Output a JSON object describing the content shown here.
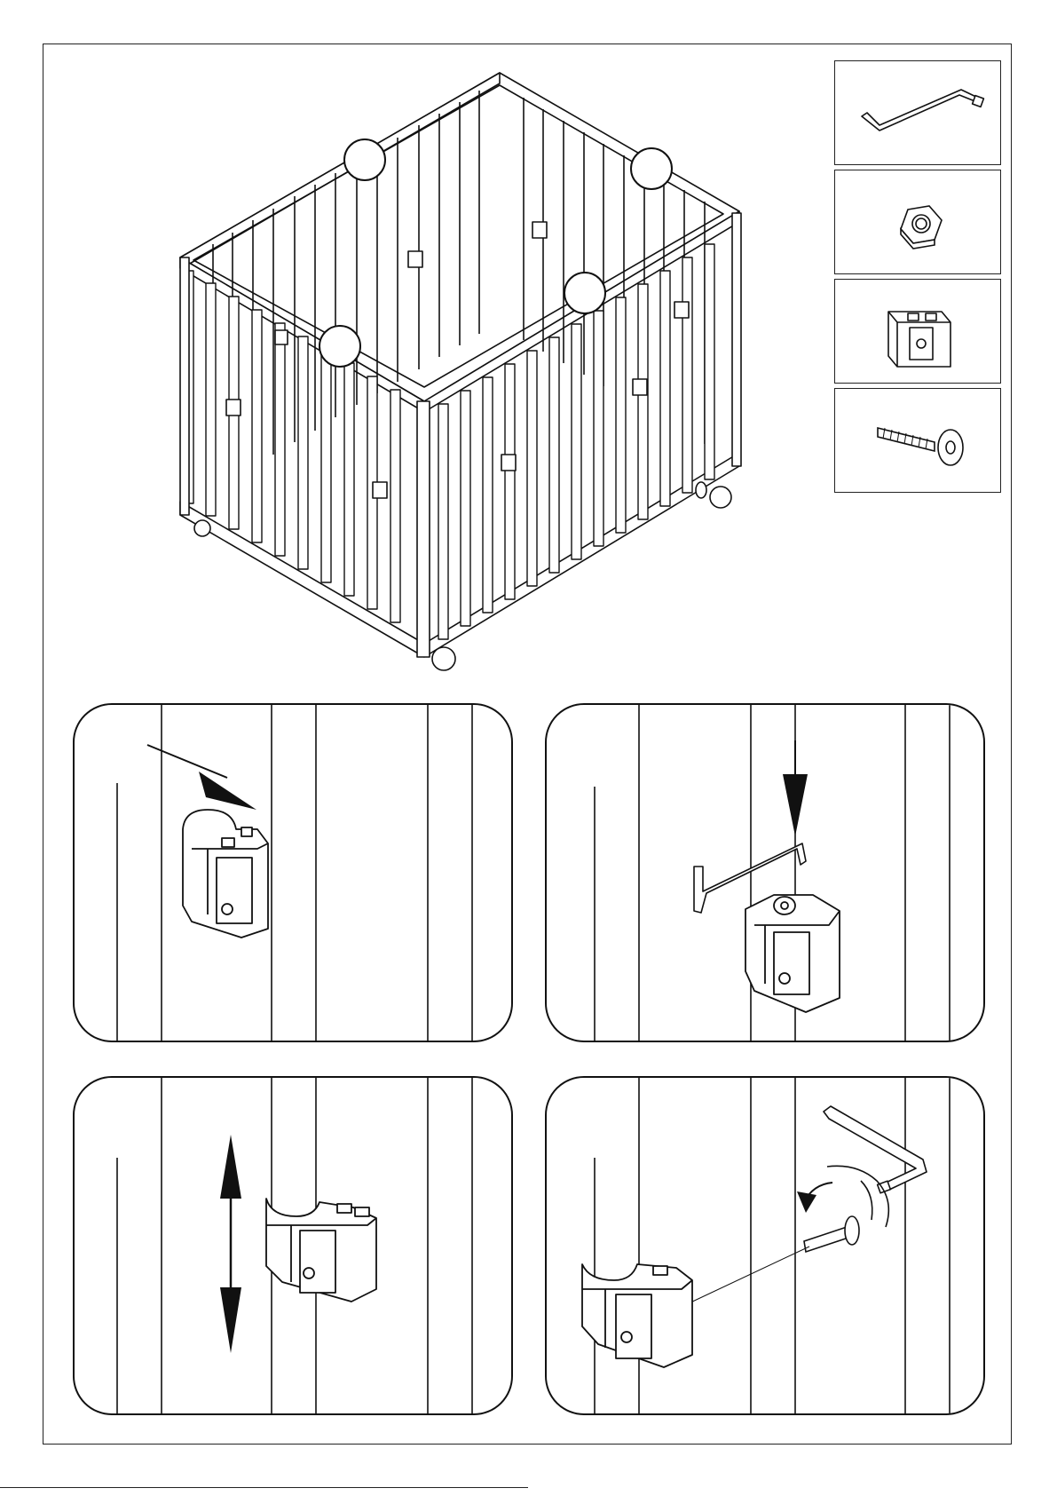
{
  "page": {
    "parts": [
      {
        "name": "allen-key",
        "icon": "allen-key-icon"
      },
      {
        "name": "hex-nut",
        "icon": "hex-nut-icon"
      },
      {
        "name": "clamp-bracket",
        "icon": "clamp-bracket-icon"
      },
      {
        "name": "bolt",
        "icon": "bolt-icon"
      }
    ],
    "steps": [
      {
        "icon": "arrow-insert-icon"
      },
      {
        "icon": "arrow-down-icon"
      },
      {
        "icon": "arrow-up-down-icon"
      },
      {
        "icon": "rotate-icon"
      }
    ],
    "colors": {
      "line": "#111111",
      "fill": "#ffffff"
    }
  }
}
